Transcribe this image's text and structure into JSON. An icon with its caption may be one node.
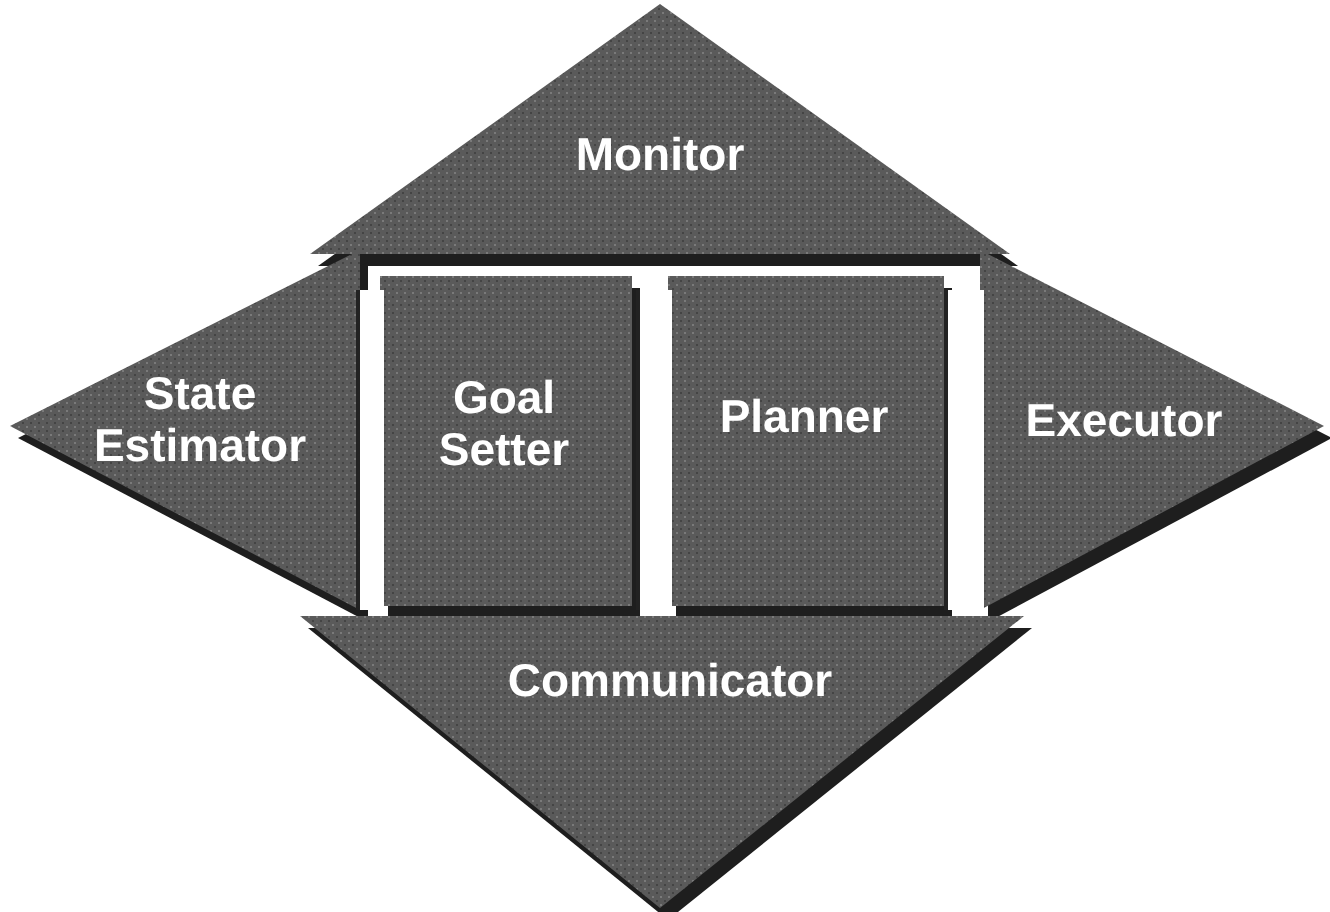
{
  "diagram": {
    "nodes": [
      {
        "text": [
          "Monitor"
        ]
      },
      {
        "text": [
          "State Estimator"
        ]
      },
      {
        "text": [
          "Goal Setter"
        ]
      },
      {
        "text": [
          "Planner"
        ]
      },
      {
        "text": [
          "Executor"
        ]
      },
      {
        "text": [
          "Communicator"
        ]
      },
      {
        "text": [],
        "shape": "bar"
      },
      {
        "text": [],
        "shape": "bar"
      },
      {
        "text": [],
        "shape": "bar"
      }
    ]
  }
}
